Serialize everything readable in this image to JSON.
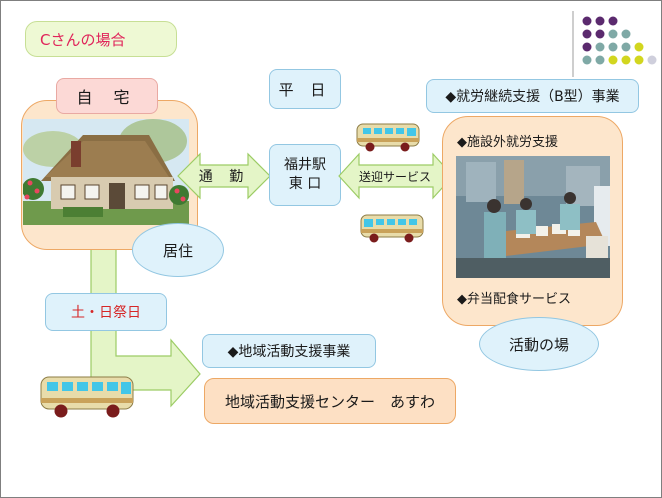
{
  "case_label": "Cさんの場合",
  "home": {
    "label": "自 宅",
    "residence": "居住"
  },
  "weekday_label": "平 日",
  "commute_label": "通 勤",
  "station": {
    "line1": "福井駅",
    "line2": "東 口"
  },
  "shuttle_label": "送迎サービス",
  "program": {
    "title": "◆就労継続支援（B型）事業",
    "offsite": "◆施設外就労支援",
    "bento": "◆弁当配食サービス",
    "place": "活動の場"
  },
  "weekend_label": "土・日祭日",
  "community": {
    "title": "◆地域活動支援事業",
    "center": "地域活動支援センター　あすわ"
  },
  "colors": {
    "case_text": "#e0245a",
    "weekend_text": "#d62727",
    "arrow_fill": "#e4f5c7",
    "arrow_stroke": "#9ccc65",
    "bus_body": "#e8dcaa",
    "bus_window": "#42c6e8"
  },
  "icons": [
    "dots-decoration-icon",
    "house-illustration",
    "workers-photo",
    "bus-icon"
  ]
}
